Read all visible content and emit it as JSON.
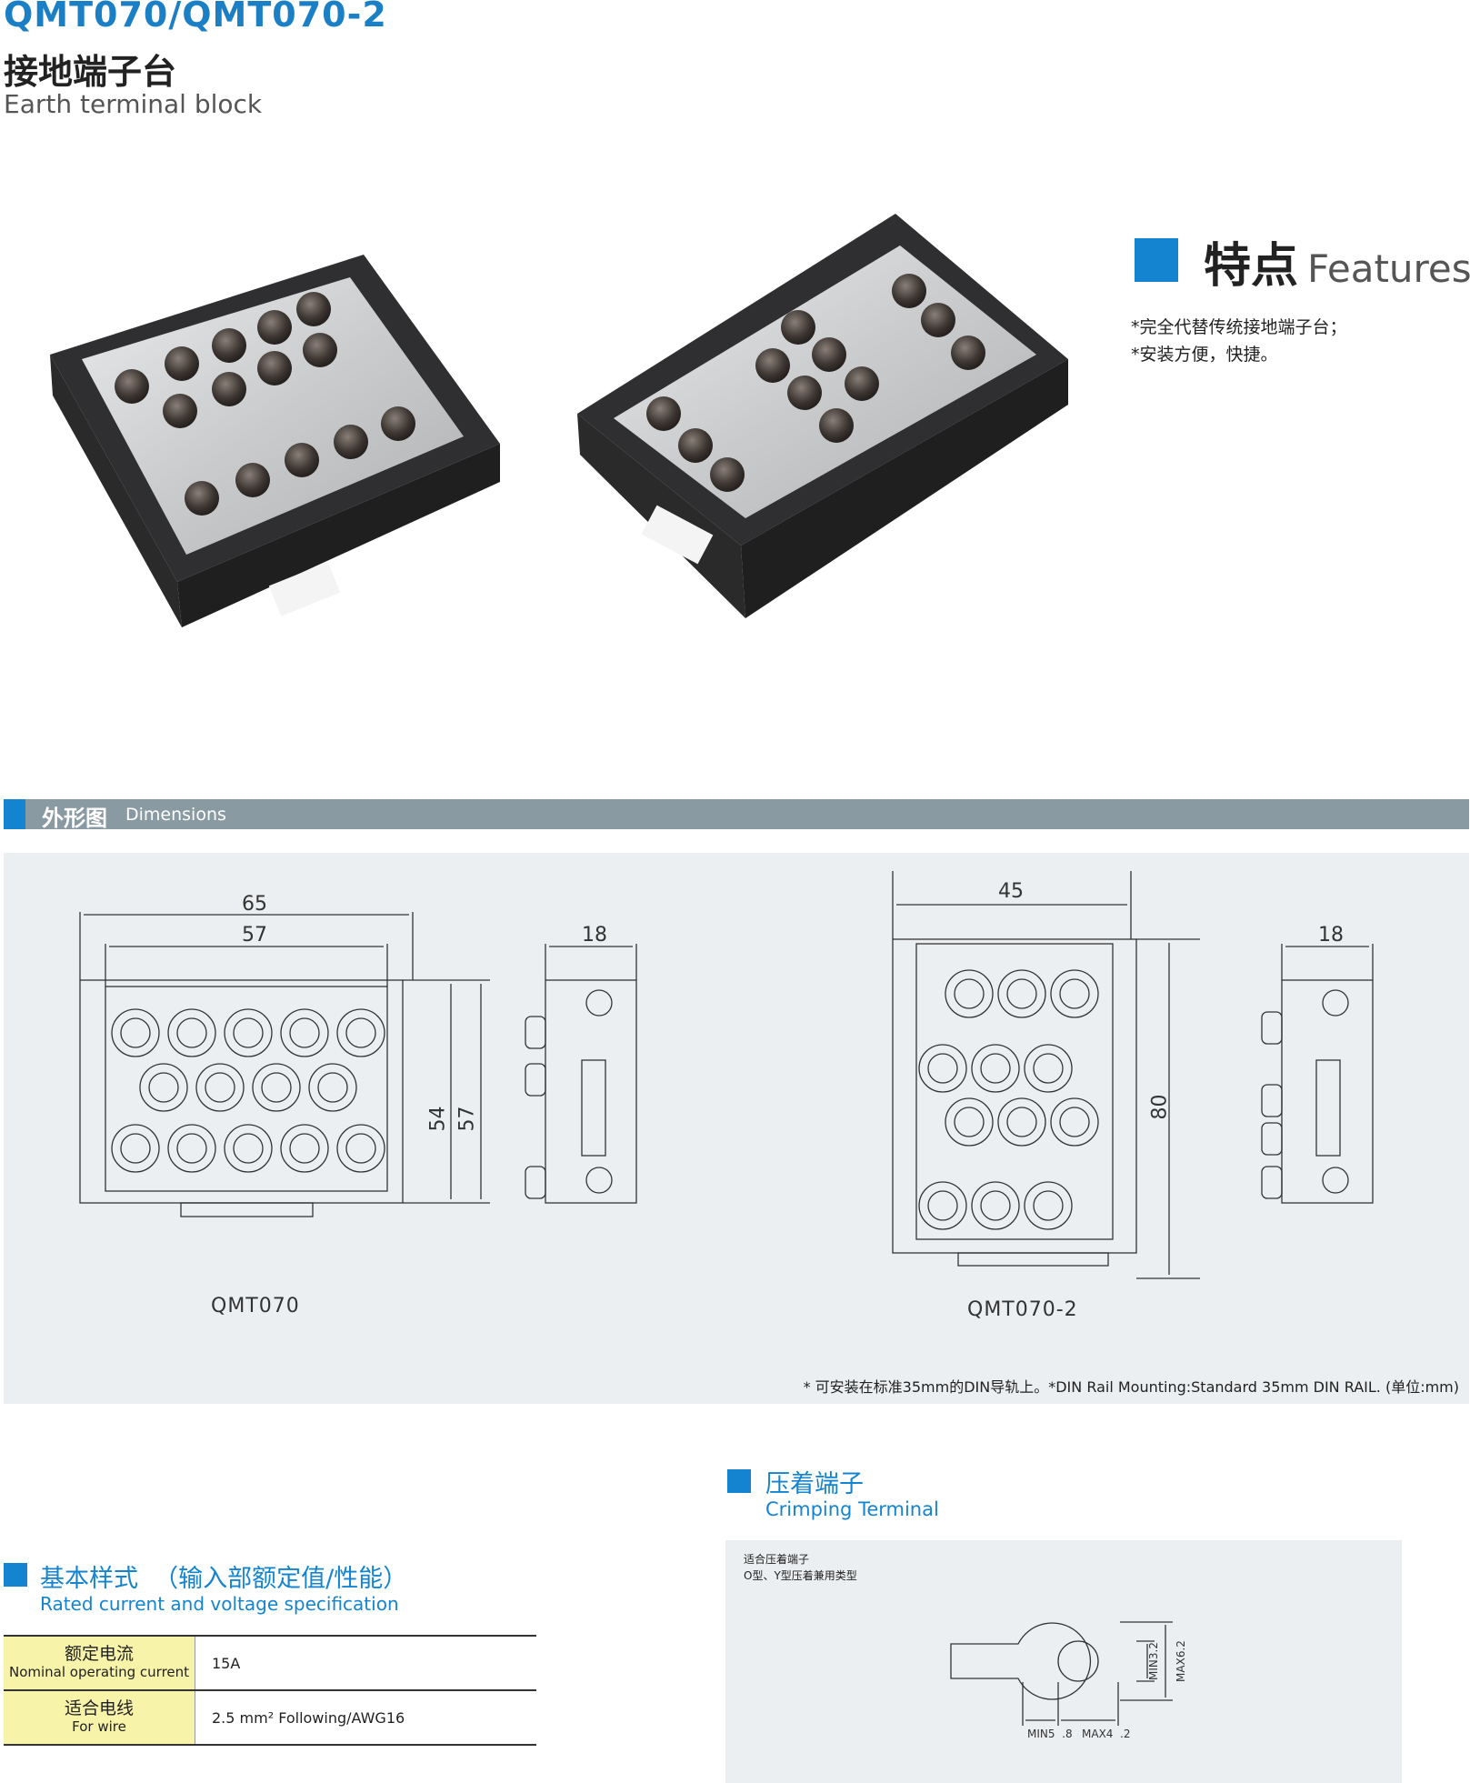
{
  "header": {
    "model": "QMT070/QMT070-2",
    "title_zh": "接地端子台",
    "title_en": "Earth  terminal block"
  },
  "features": {
    "title_zh": "特点",
    "title_en": "Features",
    "items": [
      "*完全代替传统接地端子台；",
      "*安装方便，快捷。"
    ]
  },
  "dimensions": {
    "title_zh": "外形图",
    "title_en": "Dimensions",
    "qmt070": {
      "label": "QMT070",
      "w_outer": "65",
      "w_inner": "57",
      "h_inner": "54",
      "h_outer": "57",
      "depth": "18"
    },
    "qmt070_2": {
      "label": "QMT070-2",
      "width": "45",
      "height": "80",
      "depth": "18"
    },
    "note": "* 可安装在标准35mm的DIN导轨上。*DIN Rail Mounting:Standard 35mm DIN RAIL.  (单位:mm)"
  },
  "crimping": {
    "title_zh": "压着端子",
    "title_en": "Crimping Terminal",
    "line1": "适合压着端子",
    "line2": "O型、Y型压着兼用类型",
    "dims": {
      "min_a": "MIN3.2",
      "max_a": "MAX6.2",
      "min_b": "MIN5  .8",
      "max_b": "MAX4  .2"
    }
  },
  "rated": {
    "title_zh": "基本样式  （输入部额定值/性能）",
    "title_en": "Rated current and voltage specification",
    "rows": [
      {
        "label_zh": "额定电流",
        "label_en": "Nominal operating current",
        "value": "15A"
      },
      {
        "label_zh": "适合电线",
        "label_en": "For wire",
        "value": "2.5 mm² Following/AWG16"
      }
    ]
  },
  "colors": {
    "accent": "#1584d0",
    "bar": "#8a9aa2",
    "panel": "#eceff1",
    "table_header": "#f7f3a9"
  }
}
